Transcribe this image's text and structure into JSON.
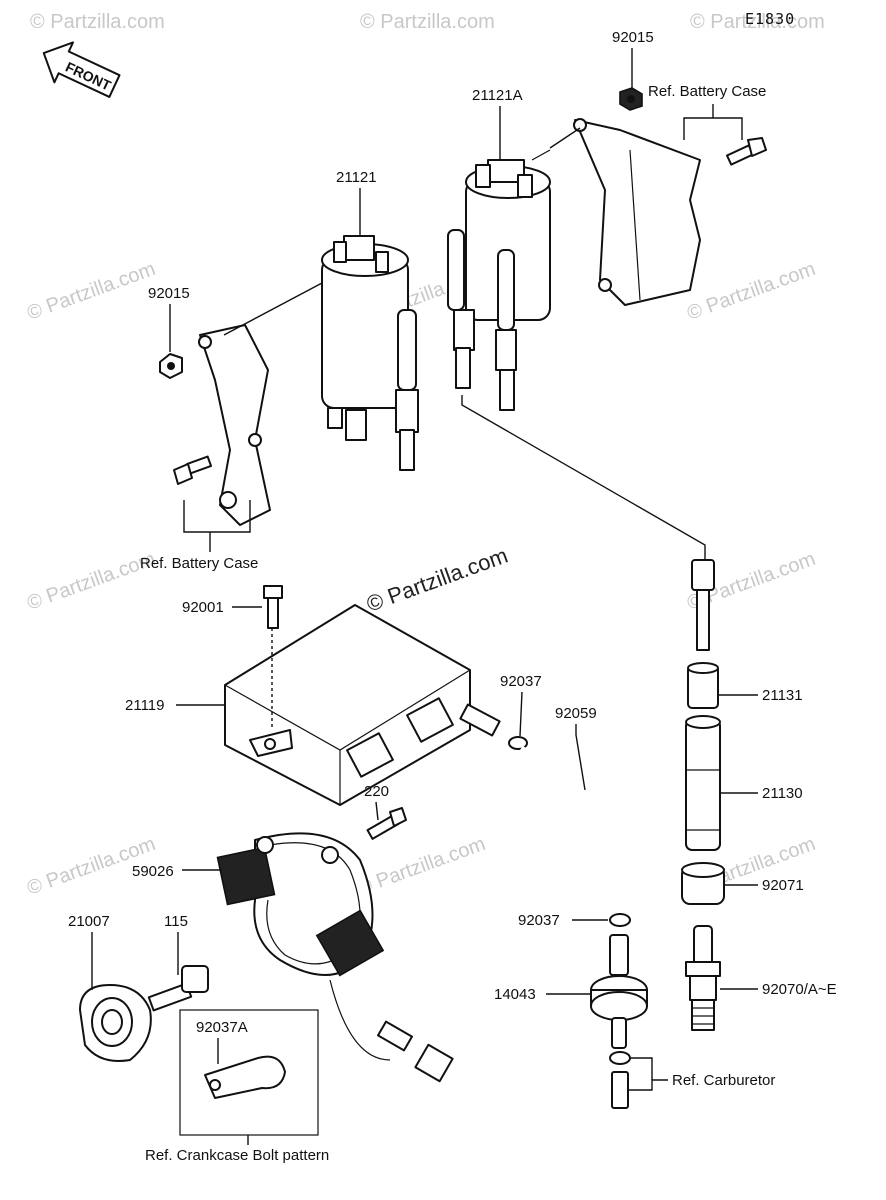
{
  "diagram_code": "E1830",
  "front_label": "FRONT",
  "watermark": "© Partzilla.com",
  "watermark_main": "© Partzilla.com",
  "part_labels": {
    "p92015_top": "92015",
    "p21121A": "21121A",
    "p21121": "21121",
    "p92015_left": "92015",
    "p92001": "92001",
    "p21119": "21119",
    "p92037_top": "92037",
    "p92059": "92059",
    "p21131": "21131",
    "p21130": "21130",
    "p220": "220",
    "p59026": "59026",
    "p92071": "92071",
    "p21007": "21007",
    "p115": "115",
    "p92037_mid": "92037",
    "p14043": "14043",
    "p92070": "92070/A~E",
    "p92037A": "92037A"
  },
  "references": {
    "battery_case_top": "Ref. Battery Case",
    "battery_case_left": "Ref. Battery Case",
    "carburetor": "Ref. Carburetor",
    "crankcase_bolt": "Ref. Crankcase Bolt pattern"
  }
}
